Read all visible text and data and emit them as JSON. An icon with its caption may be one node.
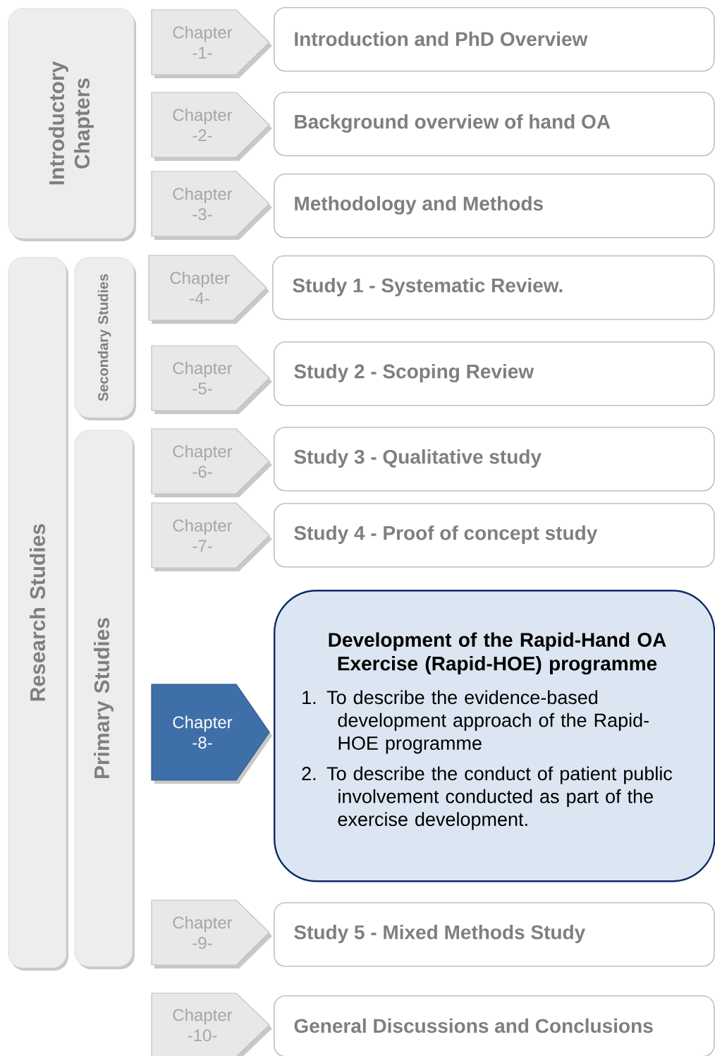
{
  "diagram": {
    "nodes": [
      {
        "text": [
          "Introductory Chapters"
        ]
      },
      {
        "text": [
          "Research Studies"
        ]
      },
      {
        "text": [
          "Secondary Studies"
        ]
      },
      {
        "text": [
          "Primary Studies"
        ]
      },
      {
        "text": [
          "Chapter -1-"
        ]
      },
      {
        "text": [
          "Introduction and PhD Overview"
        ]
      },
      {
        "text": [
          "Chapter -2-"
        ]
      },
      {
        "text": [
          "Background overview of hand OA"
        ]
      },
      {
        "text": [
          "Chapter -3-"
        ]
      },
      {
        "text": [
          "Methodology and Methods"
        ]
      },
      {
        "text": [
          "Chapter -4-"
        ]
      },
      {
        "text": [
          "Study 1 - Systematic Review."
        ]
      },
      {
        "text": [
          "Chapter -5-"
        ]
      },
      {
        "text": [
          "Study 2 - Scoping Review"
        ]
      },
      {
        "text": [
          "Chapter -6-"
        ]
      },
      {
        "text": [
          "Study 3 - Qualitative study"
        ]
      },
      {
        "text": [
          "Chapter -7-"
        ]
      },
      {
        "text": [
          "Study 4 - Proof of concept study"
        ]
      },
      {
        "text": [
          "Chapter -8-"
        ]
      },
      {
        "text": [
          "Development of the Rapid-Hand OA Exercise (Rapid-HOE) programme",
          "1. To describe the evidence-based development approach of the Rapid-HOE programme",
          "2. To describe the conduct of patient public involvement conducted as part of the exercise development."
        ]
      },
      {
        "text": [
          "Chapter -9-"
        ]
      },
      {
        "text": [
          "Study 5 - Mixed Methods Study"
        ]
      },
      {
        "text": [
          "Chapter -10-"
        ]
      },
      {
        "text": [
          "General Discussions and Conclusions"
        ]
      }
    ]
  }
}
